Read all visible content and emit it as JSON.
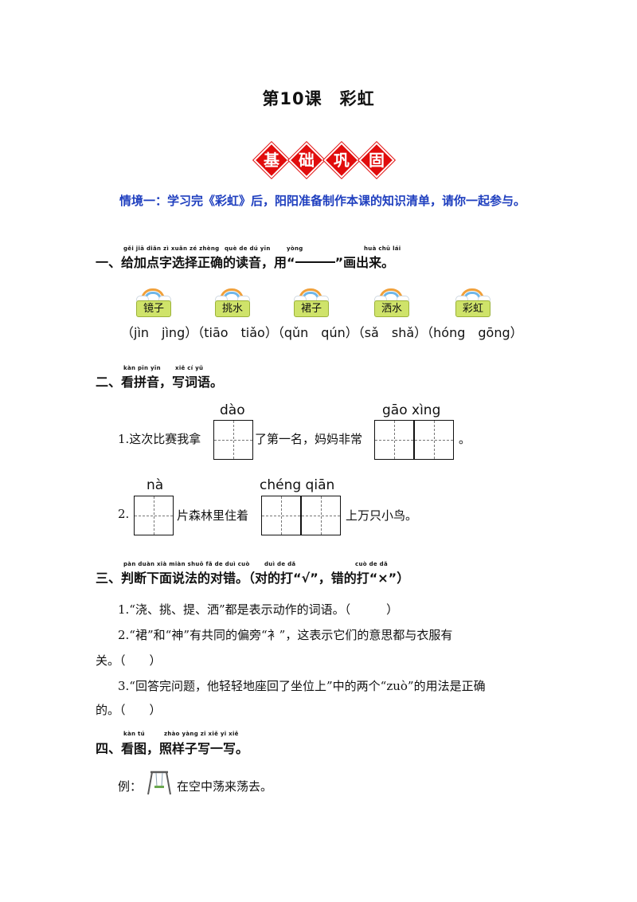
{
  "title": "第10课　彩虹",
  "banner": [
    "基",
    "础",
    "巩",
    "固"
  ],
  "scenario": "情境一：学习完《彩虹》后，阳阳准备制作本课的知识清单，请你一起参与。",
  "section1": {
    "number": "一、",
    "text_a": "给加点字选择正",
    "text_b": "确的读音，用",
    "quote_open": "“",
    "quote_close": "”",
    "text_c": "画出来。",
    "pinyin_a": "gěi jiā diǎn zì xuǎn zé zhèng",
    "pinyin_b": "què de dú yīn",
    "pinyin_c": "yòng",
    "pinyin_d": "huà chū lái",
    "cards": [
      "镜子",
      "挑水",
      "裙子",
      "洒水",
      "彩虹"
    ],
    "options": "（jìn　jìng）（tiāo　tiǎo）（qǔn　qún）（sǎ　shǎ）（hóng　gōng）"
  },
  "section2": {
    "number": "二、",
    "text": "看拼音，写词语。",
    "pinyin_a": "kàn pīn yīn",
    "pinyin_b": "xiě cí yǔ",
    "s1_a": "1.这次比赛我拿",
    "s1_py1": "dào",
    "s1_b": "了第一名，妈妈非常",
    "s1_py2": "gāo  xìng",
    "s1_c": "。",
    "s2_a": "2.",
    "s2_py1": "nà",
    "s2_b": "片森林里住着",
    "s2_py2": "chéng qiān",
    "s2_c": "上万只小鸟。"
  },
  "section3": {
    "number": "三、",
    "text_a": "判断下面说法的对错。（",
    "text_b": "对的打“√”，",
    "text_c": "错的打“×”）",
    "pinyin_a": "pàn duàn xià miàn shuō fǎ de duì cuò",
    "pinyin_b": "duì de dǎ",
    "pinyin_c": "cuò de dǎ",
    "q1": "1.“浇、挑、提、洒”都是表示动作的词语。（　　　）",
    "q2_a": "2.“裙”和“神”有共同的偏旁“衤”，这表示它们的意思都与衣服有",
    "q2_b": "关。（　　）",
    "q3_a": "3.“回答完问题，他轻轻地座回了坐位上”中的两个“zuò”的用法是正确",
    "q3_b": "的。（　　）"
  },
  "section4": {
    "number": "四、",
    "text": "看图，照样子写一写。",
    "pinyin_a": "kàn tú",
    "pinyin_b": "zhào yàng zi xiě yi xiě",
    "example_label": "例：",
    "example_text": "在空中荡来荡去。"
  }
}
